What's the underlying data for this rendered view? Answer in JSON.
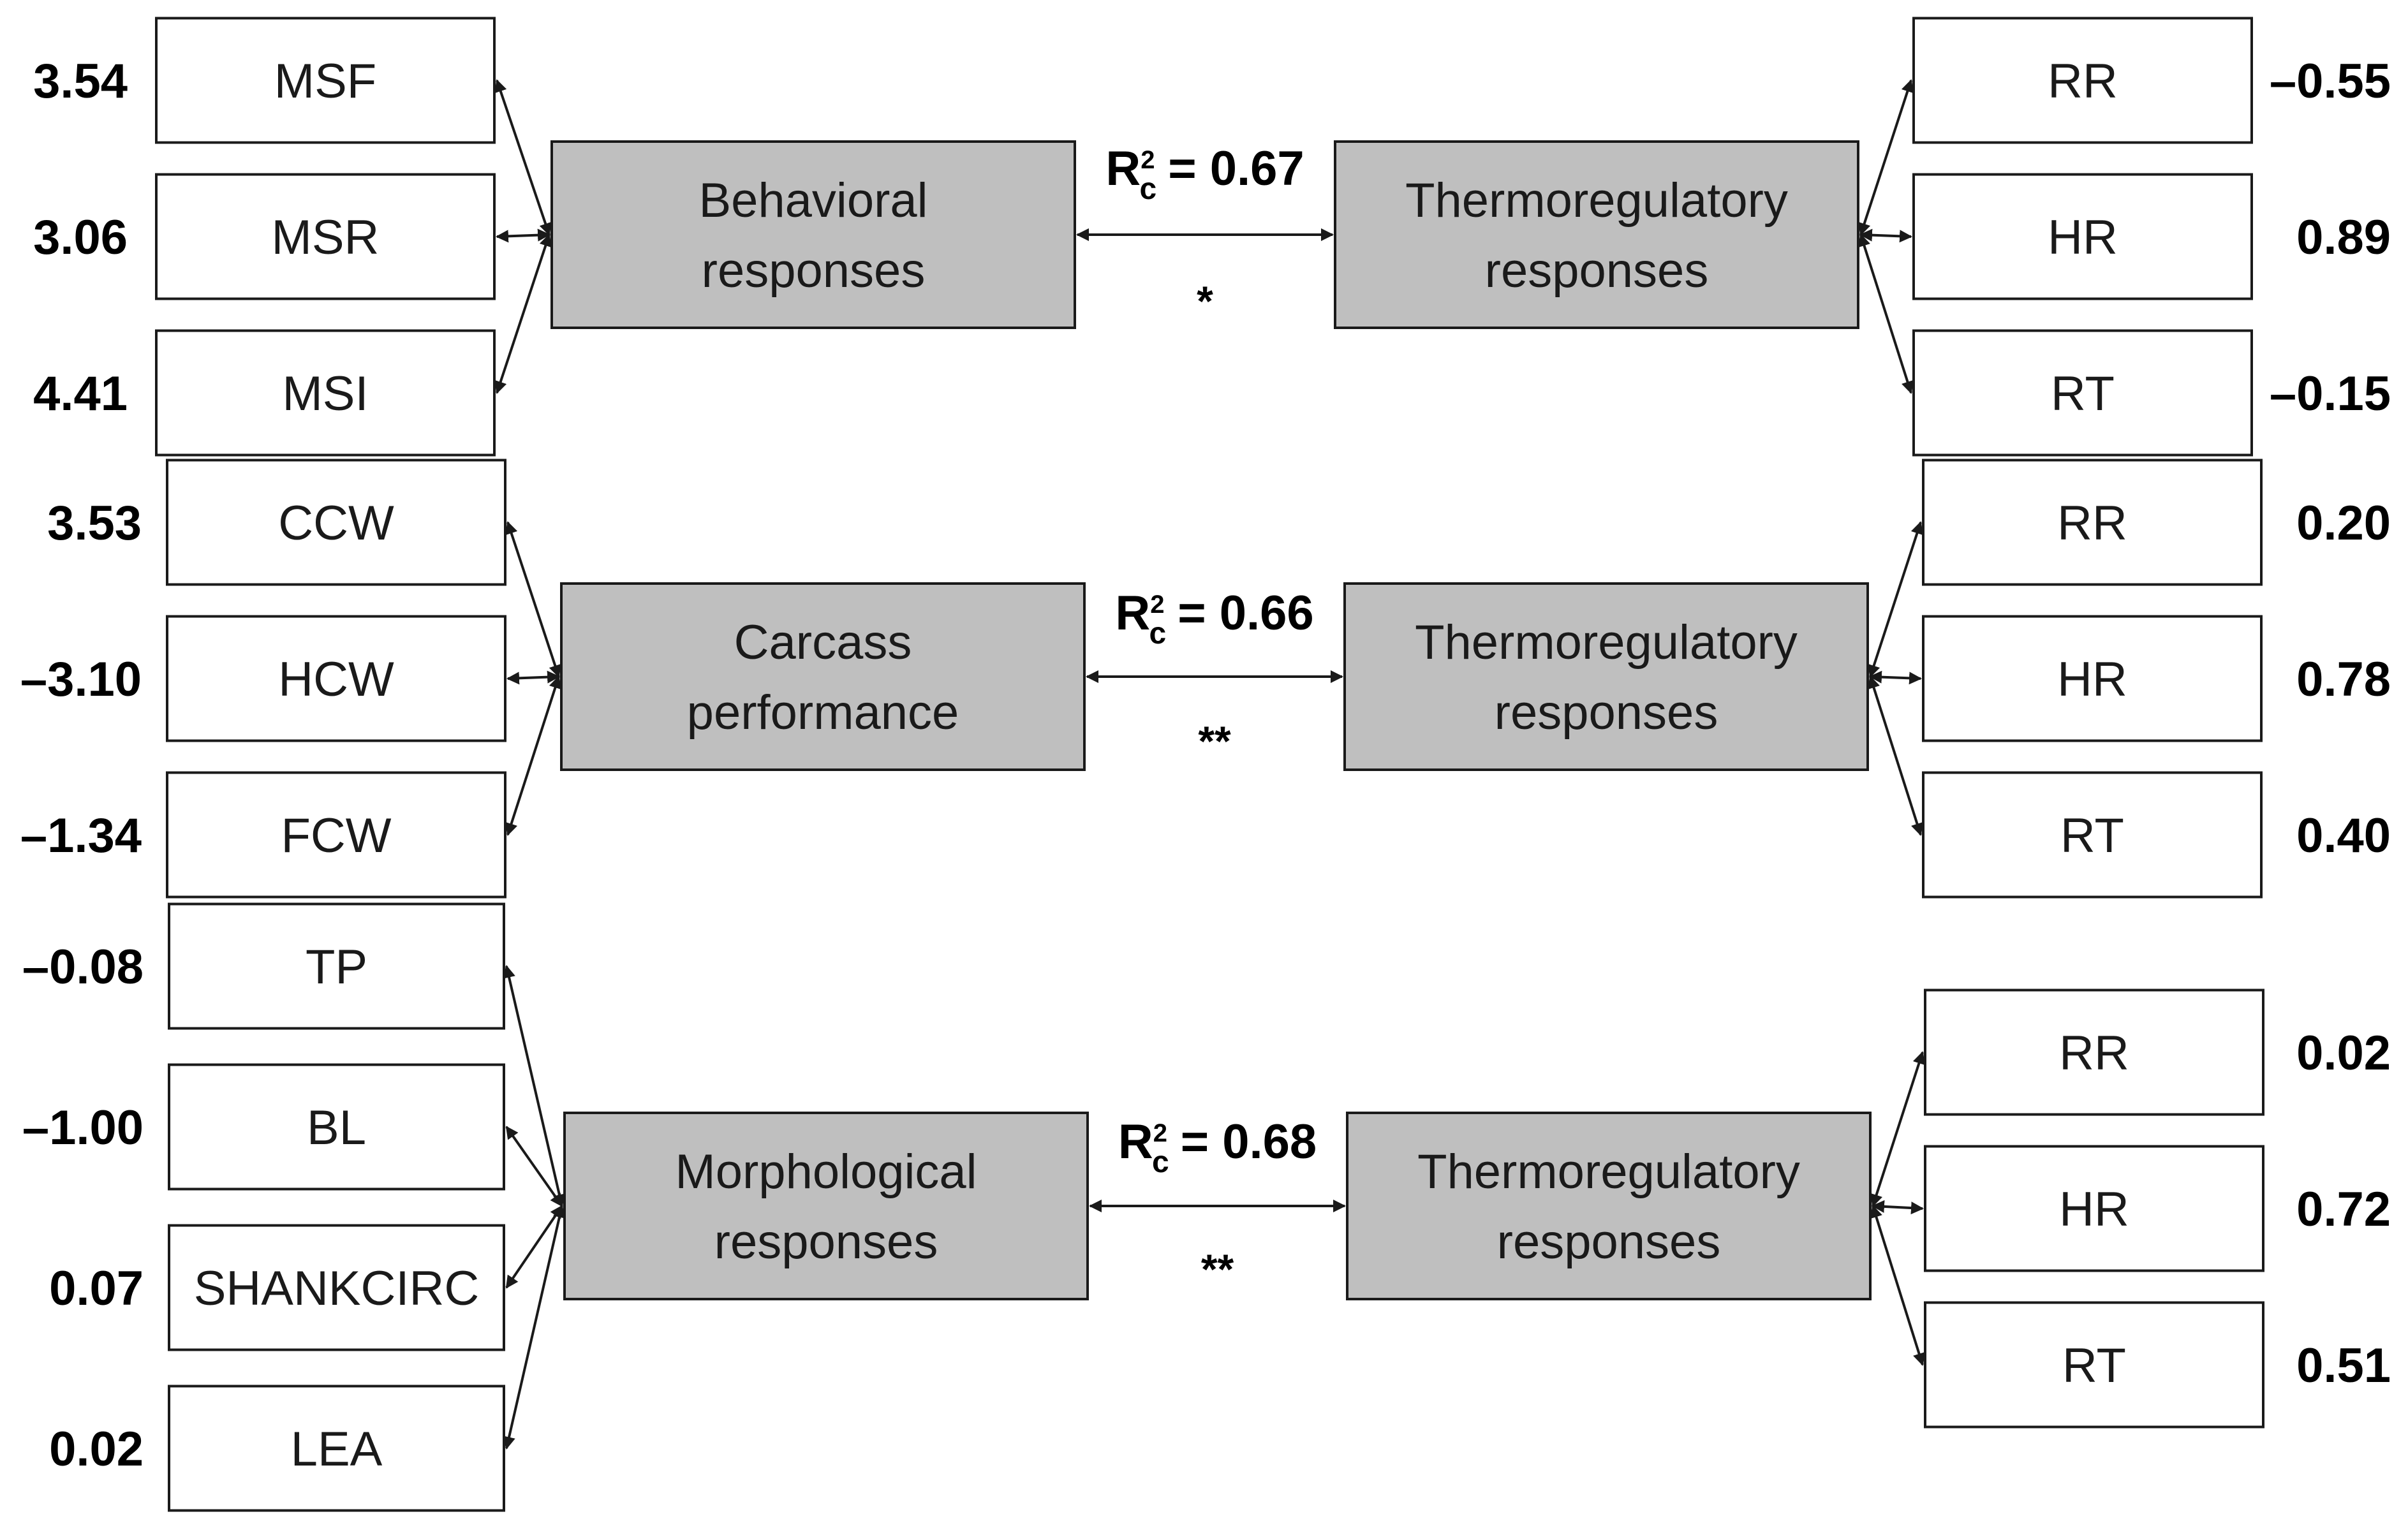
{
  "diagram": {
    "colors": {
      "latent_fill": "#bfbfbf",
      "indicator_fill": "#ffffff",
      "stroke": "#1a1a1a"
    },
    "panels": [
      {
        "left_latent": [
          "Behavioral",
          "responses"
        ],
        "right_latent": [
          "Thermoregulatory",
          "responses"
        ],
        "r2_symbol": "R",
        "r2_superscript": "2",
        "r2_subscript": "c",
        "r2_value": "= 0.67",
        "significance": "*",
        "left_indicators": [
          {
            "label": "MSF",
            "value": "3.54"
          },
          {
            "label": "MSR",
            "value": "3.06"
          },
          {
            "label": "MSI",
            "value": "4.41"
          }
        ],
        "right_indicators": [
          {
            "label": "RR",
            "value": "–0.55"
          },
          {
            "label": "HR",
            "value": "0.89"
          },
          {
            "label": "RT",
            "value": "–0.15"
          }
        ]
      },
      {
        "left_latent": [
          "Carcass",
          "performance"
        ],
        "right_latent": [
          "Thermoregulatory",
          "responses"
        ],
        "r2_symbol": "R",
        "r2_superscript": "2",
        "r2_subscript": "c",
        "r2_value": "= 0.66",
        "significance": "**",
        "left_indicators": [
          {
            "label": "CCW",
            "value": "3.53"
          },
          {
            "label": "HCW",
            "value": "–3.10"
          },
          {
            "label": "FCW",
            "value": "–1.34"
          }
        ],
        "right_indicators": [
          {
            "label": "RR",
            "value": "0.20"
          },
          {
            "label": "HR",
            "value": "0.78"
          },
          {
            "label": "RT",
            "value": "0.40"
          }
        ]
      },
      {
        "left_latent": [
          "Morphological",
          "responses"
        ],
        "right_latent": [
          "Thermoregulatory",
          "responses"
        ],
        "r2_symbol": "R",
        "r2_superscript": "2",
        "r2_subscript": "c",
        "r2_value": "= 0.68",
        "significance": "**",
        "left_indicators": [
          {
            "label": "TP",
            "value": "–0.08"
          },
          {
            "label": "BL",
            "value": "–1.00"
          },
          {
            "label": "SHANKCIRC",
            "value": "0.07"
          },
          {
            "label": "LEA",
            "value": "0.02"
          }
        ],
        "right_indicators": [
          {
            "label": "RR",
            "value": "0.02"
          },
          {
            "label": "HR",
            "value": "0.72"
          },
          {
            "label": "RT",
            "value": "0.51"
          }
        ]
      }
    ]
  }
}
